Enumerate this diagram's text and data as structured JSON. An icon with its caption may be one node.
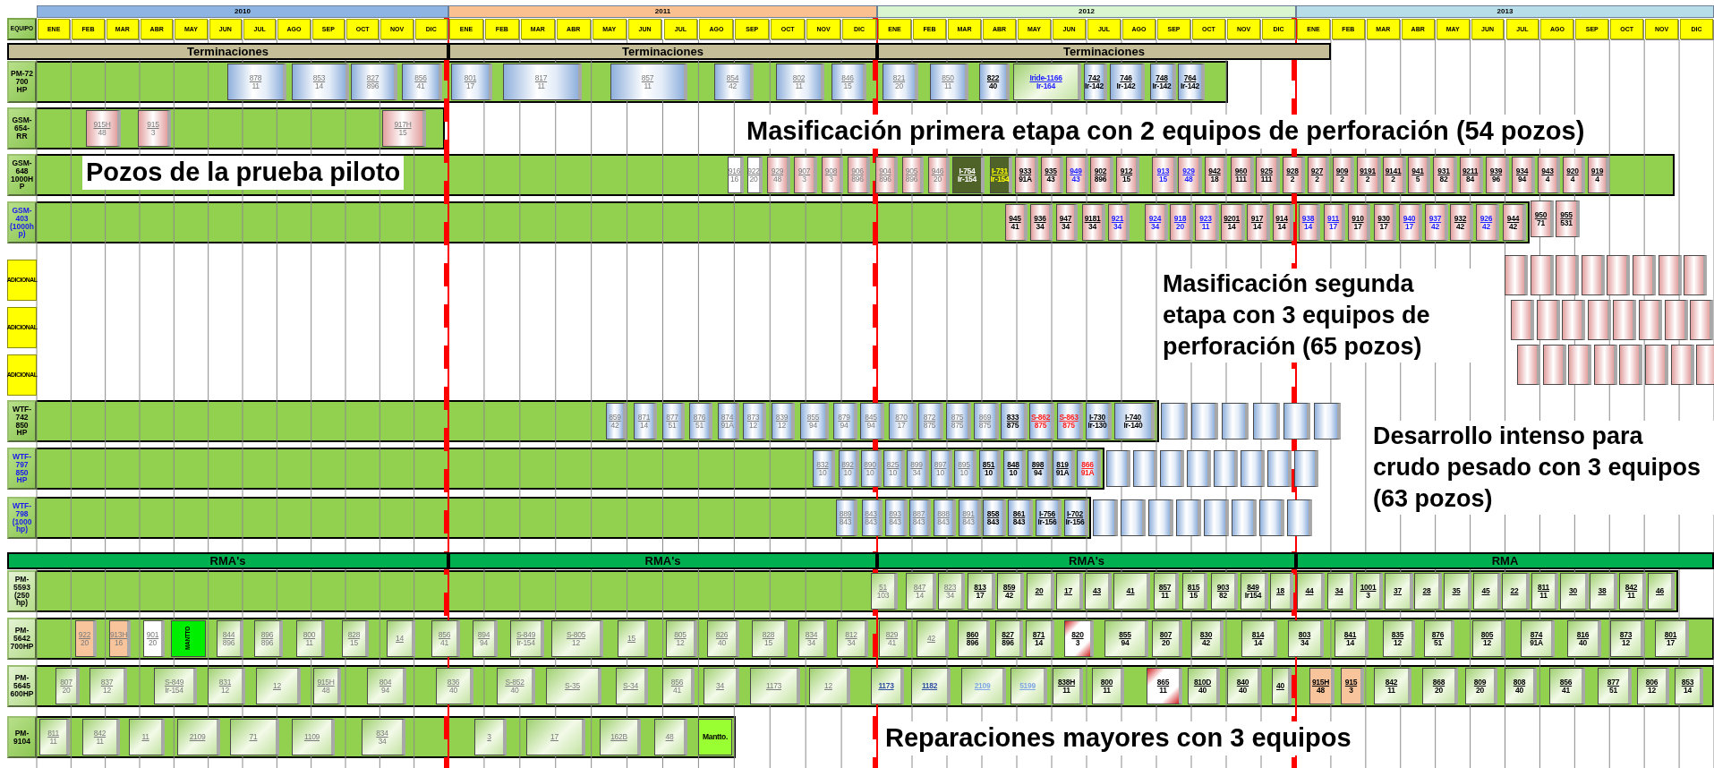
{
  "diagram": {
    "nodes": [
      {
        "text": [
          "2010"
        ]
      },
      {
        "text": [
          "2011"
        ]
      },
      {
        "text": [
          "2012"
        ]
      },
      {
        "text": [
          "2013"
        ]
      },
      {
        "text": [
          "EQUIPO"
        ]
      },
      {
        "text": [
          "ENE"
        ]
      },
      {
        "text": [
          "FEB"
        ]
      },
      {
        "text": [
          "MAR"
        ]
      },
      {
        "text": [
          "ABR"
        ]
      },
      {
        "text": [
          "MAY"
        ]
      },
      {
        "text": [
          "JUN"
        ]
      },
      {
        "text": [
          "JUL"
        ]
      },
      {
        "text": [
          "AGO"
        ]
      },
      {
        "text": [
          "SEP"
        ]
      },
      {
        "text": [
          "OCT"
        ]
      },
      {
        "text": [
          "NOV"
        ]
      },
      {
        "text": [
          "DIC"
        ]
      },
      {
        "text": [
          "ENE"
        ]
      },
      {
        "text": [
          "FEB"
        ]
      },
      {
        "text": [
          "MAR"
        ]
      },
      {
        "text": [
          "ABR"
        ]
      },
      {
        "text": [
          "MAY"
        ]
      },
      {
        "text": [
          "JUN"
        ]
      },
      {
        "text": [
          "JUL"
        ]
      },
      {
        "text": [
          "AGO"
        ]
      },
      {
        "text": [
          "SEP"
        ]
      },
      {
        "text": [
          "OCT"
        ]
      },
      {
        "text": [
          "NOV"
        ]
      },
      {
        "text": [
          "DIC"
        ]
      },
      {
        "text": [
          "ENE"
        ]
      },
      {
        "text": [
          "FEB"
        ]
      },
      {
        "text": [
          "MAR"
        ]
      },
      {
        "text": [
          "ABR"
        ]
      },
      {
        "text": [
          "MAY"
        ]
      },
      {
        "text": [
          "JUN"
        ]
      },
      {
        "text": [
          "JUL"
        ]
      },
      {
        "text": [
          "AGO"
        ]
      },
      {
        "text": [
          "SEP"
        ]
      },
      {
        "text": [
          "OCT"
        ]
      },
      {
        "text": [
          "NOV"
        ]
      },
      {
        "text": [
          "DIC"
        ]
      },
      {
        "text": [
          "ENE"
        ]
      },
      {
        "text": [
          "FEB"
        ]
      },
      {
        "text": [
          "MAR"
        ]
      },
      {
        "text": [
          "ABR"
        ]
      },
      {
        "text": [
          "MAY"
        ]
      },
      {
        "text": [
          "JUN"
        ]
      },
      {
        "text": [
          "JUL"
        ]
      },
      {
        "text": [
          "AGO"
        ]
      },
      {
        "text": [
          "SEP"
        ]
      },
      {
        "text": [
          "OCT"
        ]
      },
      {
        "text": [
          "NOV"
        ]
      },
      {
        "text": [
          "DIC"
        ]
      },
      {
        "text": [
          "Terminaciones"
        ]
      },
      {
        "text": [
          "Terminaciones"
        ]
      },
      {
        "text": [
          "Terminaciones"
        ]
      },
      {
        "text": [
          "PM-72 700 HP"
        ]
      },
      {
        "text": [],
        "shape": "bar"
      },
      {
        "text": [
          "878",
          "11"
        ],
        "in": 57
      },
      {
        "text": [
          "853",
          "14"
        ],
        "in": 57
      },
      {
        "text": [
          "827",
          "896"
        ],
        "in": 57
      },
      {
        "text": [
          "856",
          "41"
        ],
        "in": 57
      },
      {
        "text": [
          "801",
          "17"
        ],
        "in": 57
      },
      {
        "text": [
          "817",
          "11"
        ],
        "in": 57
      },
      {
        "text": [
          "857",
          "11"
        ],
        "in": 57
      },
      {
        "text": [
          "854",
          "42"
        ],
        "in": 57
      },
      {
        "text": [
          "802",
          "11"
        ],
        "in": 57
      },
      {
        "text": [
          "846",
          "15"
        ],
        "in": 57
      },
      {
        "text": [
          "821",
          "20"
        ],
        "in": 57
      },
      {
        "text": [
          "850",
          "11"
        ],
        "in": 57
      },
      {
        "text": [
          "822",
          "40"
        ],
        "in": 57
      },
      {
        "text": [
          "Iride-1166",
          "Ir-164"
        ],
        "in": 57
      },
      {
        "text": [
          "742",
          "Ir-142"
        ],
        "in": 57
      },
      {
        "text": [
          "746",
          "Ir-142"
        ],
        "in": 57
      },
      {
        "text": [
          "748",
          "Ir-142"
        ],
        "in": 57
      },
      {
        "text": [
          "764",
          "Ir-142"
        ],
        "in": 57
      },
      {
        "text": [
          "GSM-654-RR"
        ]
      },
      {
        "text": [],
        "shape": "bar"
      },
      {
        "text": [
          "915H",
          "48"
        ],
        "in": 77
      },
      {
        "text": [
          "915",
          "3"
        ],
        "in": 77
      },
      {
        "text": [
          "917H",
          "15"
        ],
        "in": 77
      },
      {
        "text": [
          "GSM-648 1000HP"
        ]
      },
      {
        "text": [],
        "shape": "bar"
      },
      {
        "text": [
          "916",
          "16"
        ],
        "in": 82
      },
      {
        "text": [
          "922",
          "20"
        ],
        "in": 82
      },
      {
        "text": [
          "929",
          "48"
        ],
        "in": 82
      },
      {
        "text": [
          "907",
          "3"
        ],
        "in": 82
      },
      {
        "text": [
          "908",
          "3"
        ],
        "in": 82
      },
      {
        "text": [
          "906",
          "896"
        ],
        "in": 82
      },
      {
        "text": [
          "904",
          "896"
        ],
        "in": 82
      },
      {
        "text": [
          "905",
          "896"
        ],
        "in": 82
      },
      {
        "text": [
          "946",
          "20"
        ],
        "in": 82
      },
      {
        "text": [
          "I-754",
          "Ir-154"
        ],
        "in": 82
      },
      {
        "text": [
          "I-731",
          "Ir-154"
        ],
        "in": 82
      },
      {
        "text": [
          "933",
          "91A"
        ],
        "in": 82
      },
      {
        "text": [
          "935",
          "43"
        ],
        "in": 82
      },
      {
        "text": [
          "949",
          "43"
        ],
        "in": 82
      },
      {
        "text": [
          "902",
          "896"
        ],
        "in": 82
      },
      {
        "text": [
          "912",
          "15"
        ],
        "in": 82
      },
      {
        "text": [
          "913",
          "15"
        ],
        "in": 82
      },
      {
        "text": [
          "929",
          "48"
        ],
        "in": 82
      },
      {
        "text": [
          "942",
          "18"
        ],
        "in": 82
      },
      {
        "text": [
          "960",
          "111"
        ],
        "in": 82
      },
      {
        "text": [
          "925",
          "111"
        ],
        "in": 82
      },
      {
        "text": [
          "928",
          "2"
        ],
        "in": 82
      },
      {
        "text": [
          "927",
          "2"
        ],
        "in": 82
      },
      {
        "text": [
          "909",
          "2"
        ],
        "in": 82
      },
      {
        "text": [
          "9191",
          "2"
        ],
        "in": 82
      },
      {
        "text": [
          "9141",
          "2"
        ],
        "in": 82
      },
      {
        "text": [
          "941",
          "5"
        ],
        "in": 82
      },
      {
        "text": [
          "931",
          "82"
        ],
        "in": 82
      },
      {
        "text": [
          "9211",
          "84"
        ],
        "in": 82
      },
      {
        "text": [
          "939",
          "96"
        ],
        "in": 82
      },
      {
        "text": [
          "934",
          "94"
        ],
        "in": 82
      },
      {
        "text": [
          "943",
          "4"
        ],
        "in": 82
      },
      {
        "text": [
          "920",
          "4"
        ],
        "in": 82
      },
      {
        "text": [
          "919",
          "4"
        ],
        "in": 82
      },
      {
        "text": [
          "GSM-403 (1000hp)"
        ]
      },
      {
        "text": [],
        "shape": "bar"
      },
      {
        "text": [
          "945",
          "41"
        ],
        "in": 118
      },
      {
        "text": [
          "936",
          "34"
        ],
        "in": 118
      },
      {
        "text": [
          "947",
          "34"
        ],
        "in": 118
      },
      {
        "text": [
          "9181",
          "34"
        ],
        "in": 118
      },
      {
        "text": [
          "921",
          "34"
        ],
        "in": 118
      },
      {
        "text": [
          "924",
          "34"
        ],
        "in": 118
      },
      {
        "text": [
          "918",
          "20"
        ],
        "in": 118
      },
      {
        "text": [
          "923",
          "11"
        ],
        "in": 118
      },
      {
        "text": [
          "9201",
          "14"
        ],
        "in": 118
      },
      {
        "text": [
          "917",
          "14"
        ],
        "in": 118
      },
      {
        "text": [
          "914",
          "14"
        ],
        "in": 118
      },
      {
        "text": [
          "938",
          "14"
        ],
        "in": 118
      },
      {
        "text": [
          "911",
          "17"
        ],
        "in": 118
      },
      {
        "text": [
          "910",
          "17"
        ],
        "in": 118
      },
      {
        "text": [
          "930",
          "17"
        ],
        "in": 118
      },
      {
        "text": [
          "940",
          "17"
        ],
        "in": 118
      },
      {
        "text": [
          "937",
          "42"
        ],
        "in": 118
      },
      {
        "text": [
          "932",
          "42"
        ],
        "in": 118
      },
      {
        "text": [
          "926",
          "42"
        ],
        "in": 118
      },
      {
        "text": [
          "944",
          "42"
        ],
        "in": 118
      },
      {
        "text": [
          "950",
          "71"
        ]
      },
      {
        "text": [
          "955",
          "531"
        ]
      },
      {
        "text": [],
        "shape": "box"
      },
      {
        "text": [],
        "shape": "box"
      },
      {
        "text": [],
        "shape": "box"
      },
      {
        "text": [],
        "shape": "box"
      },
      {
        "text": [],
        "shape": "box"
      },
      {
        "text": [],
        "shape": "box"
      },
      {
        "text": [],
        "shape": "box"
      },
      {
        "text": [],
        "shape": "box"
      },
      {
        "text": [],
        "shape": "box"
      },
      {
        "text": [],
        "shape": "box"
      },
      {
        "text": [],
        "shape": "box"
      },
      {
        "text": [],
        "shape": "box"
      },
      {
        "text": [],
        "shape": "box"
      },
      {
        "text": [],
        "shape": "box"
      },
      {
        "text": [],
        "shape": "box"
      },
      {
        "text": [],
        "shape": "box"
      },
      {
        "text": [],
        "shape": "box"
      },
      {
        "text": [],
        "shape": "box"
      },
      {
        "text": [],
        "shape": "box"
      },
      {
        "text": [],
        "shape": "box"
      },
      {
        "text": [],
        "shape": "box"
      },
      {
        "text": [],
        "shape": "box"
      },
      {
        "text": [],
        "shape": "box"
      },
      {
        "text": [],
        "shape": "box"
      },
      {
        "text": [
          "ADICIONAL"
        ]
      },
      {
        "text": [
          "ADICIONAL"
        ]
      },
      {
        "text": [
          "ADICIONAL"
        ]
      },
      {
        "text": [
          "WTF-742 850 HP"
        ]
      },
      {
        "text": [],
        "shape": "bar"
      },
      {
        "text": [
          "859",
          "42"
        ],
        "in": 169
      },
      {
        "text": [
          "871",
          "14"
        ],
        "in": 169
      },
      {
        "text": [
          "877",
          "51"
        ],
        "in": 169
      },
      {
        "text": [
          "876",
          "51"
        ],
        "in": 169
      },
      {
        "text": [
          "874",
          "91A"
        ],
        "in": 169
      },
      {
        "text": [
          "873",
          "12"
        ],
        "in": 169
      },
      {
        "text": [
          "839",
          "12"
        ],
        "in": 169
      },
      {
        "text": [
          "855",
          "94"
        ],
        "in": 169
      },
      {
        "text": [
          "879",
          "94"
        ],
        "in": 169
      },
      {
        "text": [
          "845",
          "94"
        ],
        "in": 169
      },
      {
        "text": [
          "870",
          "17"
        ],
        "in": 169
      },
      {
        "text": [
          "872",
          "875"
        ],
        "in": 169
      },
      {
        "text": [
          "875",
          "875"
        ],
        "in": 169
      },
      {
        "text": [
          "869",
          "875"
        ],
        "in": 169
      },
      {
        "text": [
          "833",
          "875"
        ],
        "in": 169
      },
      {
        "text": [
          "S-862",
          "875"
        ],
        "in": 169
      },
      {
        "text": [
          "S-863",
          "875"
        ],
        "in": 169
      },
      {
        "text": [
          "I-730",
          "Ir-130"
        ],
        "in": 169
      },
      {
        "text": [
          "I-740",
          "Ir-140"
        ],
        "in": 169
      },
      {
        "text": [],
        "shape": "box"
      },
      {
        "text": [],
        "shape": "box"
      },
      {
        "text": [],
        "shape": "box"
      },
      {
        "text": [],
        "shape": "box"
      },
      {
        "text": [],
        "shape": "box"
      },
      {
        "text": [],
        "shape": "box"
      },
      {
        "text": [
          "WTF-797 850 HP"
        ]
      },
      {
        "text": [],
        "shape": "bar"
      },
      {
        "text": [
          "832",
          "10"
        ],
        "in": 196
      },
      {
        "text": [
          "892",
          "10"
        ],
        "in": 196
      },
      {
        "text": [
          "890",
          "10"
        ],
        "in": 196
      },
      {
        "text": [
          "825",
          "10"
        ],
        "in": 196
      },
      {
        "text": [
          "899",
          "34"
        ],
        "in": 196
      },
      {
        "text": [
          "897",
          "10"
        ],
        "in": 196
      },
      {
        "text": [
          "895",
          "10"
        ],
        "in": 196
      },
      {
        "text": [
          "851",
          "10"
        ],
        "in": 196
      },
      {
        "text": [
          "848",
          "10"
        ],
        "in": 196
      },
      {
        "text": [
          "898",
          "94"
        ],
        "in": 196
      },
      {
        "text": [
          "819",
          "91A"
        ],
        "in": 196
      },
      {
        "text": [
          "866",
          "91A"
        ],
        "in": 196
      },
      {
        "text": [],
        "shape": "box"
      },
      {
        "text": [],
        "shape": "box"
      },
      {
        "text": [],
        "shape": "box"
      },
      {
        "text": [],
        "shape": "box"
      },
      {
        "text": [],
        "shape": "box"
      },
      {
        "text": [],
        "shape": "box"
      },
      {
        "text": [],
        "shape": "box"
      },
      {
        "text": [],
        "shape": "box"
      },
      {
        "text": [
          "WTF-798 (1000 hp)"
        ]
      },
      {
        "text": [],
        "shape": "bar"
      },
      {
        "text": [
          "889",
          "843"
        ],
        "in": 218
      },
      {
        "text": [
          "843",
          "843"
        ],
        "in": 218
      },
      {
        "text": [
          "893",
          "843"
        ],
        "in": 218
      },
      {
        "text": [
          "887",
          "843"
        ],
        "in": 218
      },
      {
        "text": [
          "888",
          "843"
        ],
        "in": 218
      },
      {
        "text": [
          "891",
          "843"
        ],
        "in": 218
      },
      {
        "text": [
          "858",
          "843"
        ],
        "in": 218
      },
      {
        "text": [
          "861",
          "843"
        ],
        "in": 218
      },
      {
        "text": [
          "I-756",
          "Ir-156"
        ],
        "in": 218
      },
      {
        "text": [
          "I-702",
          "Ir-156"
        ],
        "in": 218
      },
      {
        "text": [],
        "shape": "box"
      },
      {
        "text": [],
        "shape": "box"
      },
      {
        "text": [],
        "shape": "box"
      },
      {
        "text": [],
        "shape": "box"
      },
      {
        "text": [],
        "shape": "box"
      },
      {
        "text": [],
        "shape": "box"
      },
      {
        "text": [],
        "shape": "box"
      },
      {
        "text": [],
        "shape": "box"
      },
      {
        "text": [
          "RMA's"
        ]
      },
      {
        "text": [
          "RMA's"
        ]
      },
      {
        "text": [
          "RMA's"
        ]
      },
      {
        "text": [
          "RMA"
        ]
      },
      {
        "text": [
          "PM-5593 (250 hp)"
        ]
      },
      {
        "text": [],
        "shape": "bar"
      },
      {
        "text": [
          "51",
          "103"
        ],
        "in": 242
      },
      {
        "text": [
          "847",
          "14"
        ],
        "in": 242
      },
      {
        "text": [
          "823",
          "34"
        ],
        "in": 242
      },
      {
        "text": [
          "813",
          "17"
        ],
        "in": 242
      },
      {
        "text": [
          "859",
          "42"
        ],
        "in": 242
      },
      {
        "text": [
          "20"
        ],
        "in": 242
      },
      {
        "text": [
          "17"
        ],
        "in": 242
      },
      {
        "text": [
          "43"
        ],
        "in": 242
      },
      {
        "text": [
          "41"
        ],
        "in": 242
      },
      {
        "text": [
          "857",
          "11"
        ],
        "in": 242
      },
      {
        "text": [
          "815",
          "15"
        ],
        "in": 242
      },
      {
        "text": [
          "903",
          "82"
        ],
        "in": 242
      },
      {
        "text": [
          "849",
          "Ir154"
        ],
        "in": 242
      },
      {
        "text": [
          "18"
        ],
        "in": 242
      },
      {
        "text": [
          "44"
        ],
        "in": 242
      },
      {
        "text": [
          "34"
        ],
        "in": 242
      },
      {
        "text": [
          "1001",
          "3"
        ],
        "in": 242
      },
      {
        "text": [
          "37"
        ],
        "in": 242
      },
      {
        "text": [
          "28"
        ],
        "in": 242
      },
      {
        "text": [
          "35"
        ],
        "in": 242
      },
      {
        "text": [
          "45"
        ],
        "in": 242
      },
      {
        "text": [
          "22"
        ],
        "in": 242
      },
      {
        "text": [
          "811",
          "11"
        ],
        "in": 242
      },
      {
        "text": [
          "30"
        ],
        "in": 242
      },
      {
        "text": [
          "38"
        ],
        "in": 242
      },
      {
        "text": [
          "842",
          "11"
        ],
        "in": 242
      },
      {
        "text": [
          "46"
        ],
        "in": 242
      },
      {
        "text": [
          "PM-5642 700HP"
        ]
      },
      {
        "text": [],
        "shape": "bar"
      },
      {
        "text": [
          "922",
          "20"
        ],
        "in": 271
      },
      {
        "text": [
          "913H",
          "16"
        ],
        "in": 271
      },
      {
        "text": [
          "901",
          "20"
        ],
        "in": 271
      },
      {
        "text": [
          "MANTTO"
        ],
        "in": 271
      },
      {
        "text": [
          "844",
          "896"
        ],
        "in": 271
      },
      {
        "text": [
          "896",
          "896"
        ],
        "in": 271
      },
      {
        "text": [
          "800",
          "11"
        ],
        "in": 271
      },
      {
        "text": [
          "828",
          "15"
        ],
        "in": 271
      },
      {
        "text": [
          "14"
        ],
        "in": 271
      },
      {
        "text": [
          "856",
          "41"
        ],
        "in": 271
      },
      {
        "text": [
          "894",
          "94"
        ],
        "in": 271
      },
      {
        "text": [
          "S-849",
          "Ir-154"
        ],
        "in": 271
      },
      {
        "text": [
          "S-805",
          "12"
        ],
        "in": 271
      },
      {
        "text": [
          "15"
        ],
        "in": 271
      },
      {
        "text": [
          "805",
          "12"
        ],
        "in": 271
      },
      {
        "text": [
          "826",
          "40"
        ],
        "in": 271
      },
      {
        "text": [
          "828",
          "15"
        ],
        "in": 271
      },
      {
        "text": [
          "834",
          "34"
        ],
        "in": 271
      },
      {
        "text": [
          "812",
          "34"
        ],
        "in": 271
      },
      {
        "text": [
          "829",
          "41"
        ],
        "in": 271
      },
      {
        "text": [
          "42"
        ],
        "in": 271
      },
      {
        "text": [
          "860",
          "896"
        ],
        "in": 271
      },
      {
        "text": [
          "827",
          "896"
        ],
        "in": 271
      },
      {
        "text": [
          "871",
          "14"
        ],
        "in": 271
      },
      {
        "text": [
          "820",
          "3"
        ],
        "in": 271
      },
      {
        "text": [
          "855",
          "94"
        ],
        "in": 271
      },
      {
        "text": [
          "807",
          "20"
        ],
        "in": 271
      },
      {
        "text": [
          "830",
          "42"
        ],
        "in": 271
      },
      {
        "text": [
          "814",
          "14"
        ],
        "in": 271
      },
      {
        "text": [
          "803",
          "34"
        ],
        "in": 271
      },
      {
        "text": [
          "841",
          "14"
        ],
        "in": 271
      },
      {
        "text": [
          "835",
          "12"
        ],
        "in": 271
      },
      {
        "text": [
          "876",
          "51"
        ],
        "in": 271
      },
      {
        "text": [
          "805",
          "12"
        ],
        "in": 271
      },
      {
        "text": [
          "874",
          "91A"
        ],
        "in": 271
      },
      {
        "text": [
          "816",
          "40"
        ],
        "in": 271
      },
      {
        "text": [
          "873",
          "12"
        ],
        "in": 271
      },
      {
        "text": [
          "801",
          "17"
        ],
        "in": 271
      },
      {
        "text": [
          "PM-5645 600HP"
        ]
      },
      {
        "text": [],
        "shape": "bar"
      },
      {
        "text": [
          "807",
          "20"
        ],
        "in": 311
      },
      {
        "text": [
          "837",
          "12"
        ],
        "in": 311
      },
      {
        "text": [
          "S-849",
          "Ir-154"
        ],
        "in": 311
      },
      {
        "text": [
          "831",
          "12"
        ],
        "in": 311
      },
      {
        "text": [
          "12"
        ],
        "in": 311
      },
      {
        "text": [
          "915H",
          "48"
        ],
        "in": 311
      },
      {
        "text": [
          "804",
          "94"
        ],
        "in": 311
      },
      {
        "text": [
          "836",
          "40"
        ],
        "in": 311
      },
      {
        "text": [
          "S-852",
          "40"
        ],
        "in": 311
      },
      {
        "text": [
          "S-35"
        ],
        "in": 311
      },
      {
        "text": [
          "S-34"
        ],
        "in": 311
      },
      {
        "text": [
          "856",
          "41"
        ],
        "in": 311
      },
      {
        "text": [
          "34"
        ],
        "in": 311
      },
      {
        "text": [
          "1173"
        ],
        "in": 311
      },
      {
        "text": [
          "12"
        ],
        "in": 311
      },
      {
        "text": [
          "1173"
        ],
        "in": 311
      },
      {
        "text": [
          "1182"
        ],
        "in": 311
      },
      {
        "text": [
          "2109"
        ],
        "in": 311
      },
      {
        "text": [
          "5199"
        ],
        "in": 311
      },
      {
        "text": [
          "838H",
          "11"
        ],
        "in": 311
      },
      {
        "text": [
          "800",
          "11"
        ],
        "in": 311
      },
      {
        "text": [
          "865",
          "11"
        ],
        "in": 311
      },
      {
        "text": [
          "810D",
          "40"
        ],
        "in": 311
      },
      {
        "text": [
          "840",
          "40"
        ],
        "in": 311
      },
      {
        "text": [
          "40"
        ],
        "in": 311
      },
      {
        "text": [
          "915H",
          "48"
        ],
        "in": 311
      },
      {
        "text": [
          "915",
          "3"
        ],
        "in": 311
      },
      {
        "text": [
          "842",
          "11"
        ],
        "in": 311
      },
      {
        "text": [
          "868",
          "20"
        ],
        "in": 311
      },
      {
        "text": [
          "809",
          "20"
        ],
        "in": 311
      },
      {
        "text": [
          "808",
          "40"
        ],
        "in": 311
      },
      {
        "text": [
          "856",
          "41"
        ],
        "in": 311
      },
      {
        "text": [
          "877",
          "51"
        ],
        "in": 311
      },
      {
        "text": [
          "806",
          "12"
        ],
        "in": 311
      },
      {
        "text": [
          "853",
          "14"
        ],
        "in": 311
      },
      {
        "text": [
          "PM-9104"
        ]
      },
      {
        "text": [],
        "shape": "bar"
      },
      {
        "text": [
          "811",
          "11"
        ],
        "in": 348
      },
      {
        "text": [
          "842",
          "11"
        ],
        "in": 348
      },
      {
        "text": [
          "11"
        ],
        "in": 348
      },
      {
        "text": [
          "2109"
        ],
        "in": 348
      },
      {
        "text": [
          "71"
        ],
        "in": 348
      },
      {
        "text": [
          "1109"
        ],
        "in": 348
      },
      {
        "text": [
          "834",
          "34"
        ],
        "in": 348
      },
      {
        "text": [
          "3"
        ],
        "in": 348
      },
      {
        "text": [
          "17"
        ],
        "in": 348
      },
      {
        "text": [
          "162B"
        ],
        "in": 348
      },
      {
        "text": [
          "48"
        ],
        "in": 348
      },
      {
        "text": [
          "Mantto."
        ],
        "in": 348
      }
    ],
    "labels": [
      "Masificación primera etapa con 2 equipos de perforación (54 pozos)",
      "Pozos de la prueba piloto",
      "Masificación segunda etapa con 3 equipos de perforación (65 pozos)",
      "Desarrollo intenso para crudo pesado con 3 equipos (63 pozos)",
      "Reparaciones mayores con 3 equipos"
    ]
  }
}
